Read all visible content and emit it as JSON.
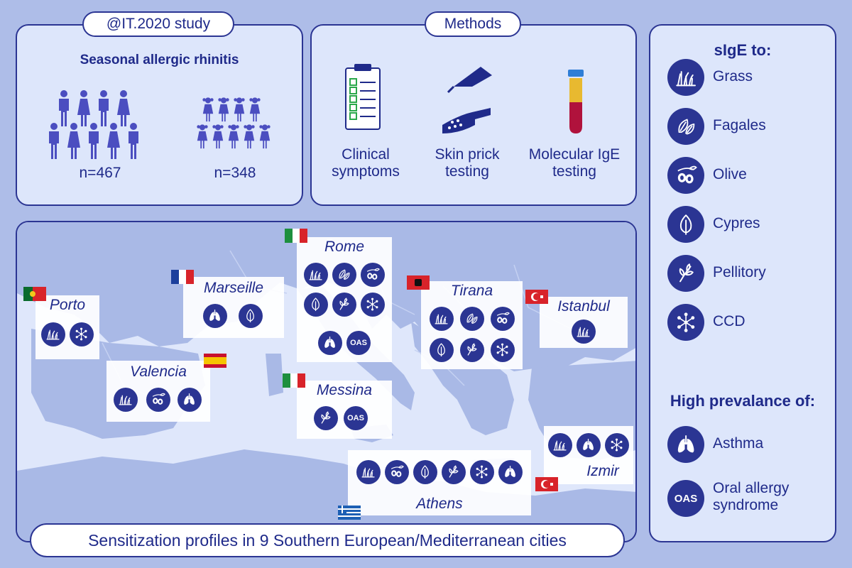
{
  "study": {
    "tag": "@IT.2020 study",
    "heading": "Seasonal allergic rhinitis",
    "adults": "n=467",
    "children": "n=348"
  },
  "methods": {
    "tag": "Methods",
    "items": [
      {
        "line1": "Clinical",
        "line2": "symptoms",
        "icon": "clipboard-icon"
      },
      {
        "line1": "Skin prick",
        "line2": "testing",
        "icon": "skin-prick-icon"
      },
      {
        "line1": "Molecular IgE",
        "line2": "testing",
        "icon": "test-tube-icon"
      }
    ]
  },
  "legend": {
    "sige_title": "sIgE to:",
    "allergens": [
      {
        "label": "Grass",
        "icon": "grass-icon"
      },
      {
        "label": "Fagales",
        "icon": "leaves-icon"
      },
      {
        "label": "Olive",
        "icon": "olive-icon"
      },
      {
        "label": "Cypres",
        "icon": "cypress-leaf-icon"
      },
      {
        "label": "Pellitory",
        "icon": "pellitory-icon"
      },
      {
        "label": "CCD",
        "icon": "ccd-network-icon"
      }
    ],
    "prevalence_title": "High prevalance of:",
    "conditions": [
      {
        "label": "Asthma",
        "icon": "lungs-icon"
      },
      {
        "label1": "Oral allergy",
        "label2": "syndrome",
        "icon_text": "OAS"
      }
    ]
  },
  "map": {
    "cities": [
      {
        "name": "Porto",
        "flag": "portugal",
        "icons": [
          "grass",
          "ccd"
        ]
      },
      {
        "name": "Marseille",
        "flag": "france",
        "icons": [
          "lungs",
          "cypress"
        ]
      },
      {
        "name": "Rome",
        "flag": "italy",
        "icons": [
          "grass",
          "fagales",
          "olive",
          "cypress",
          "pellitory",
          "ccd",
          "lungs",
          "oas"
        ]
      },
      {
        "name": "Tirana",
        "flag": "albania",
        "icons": [
          "grass",
          "fagales",
          "olive",
          "cypress",
          "pellitory",
          "ccd"
        ]
      },
      {
        "name": "Istanbul",
        "flag": "turkey",
        "icons": [
          "grass"
        ]
      },
      {
        "name": "Valencia",
        "flag": "spain",
        "icons": [
          "grass",
          "olive",
          "lungs"
        ]
      },
      {
        "name": "Messina",
        "flag": "italy",
        "icons": [
          "pellitory",
          "oas"
        ]
      },
      {
        "name": "Izmir",
        "flag": "turkey",
        "icons": [
          "grass",
          "lungs",
          "ccd"
        ]
      },
      {
        "name": "Athens",
        "flag": "greece",
        "icons": [
          "grass",
          "olive",
          "cypress",
          "pellitory",
          "ccd",
          "lungs"
        ]
      }
    ],
    "oas_text": "OAS"
  },
  "footer": "Sensitization profiles in 9 Southern European/Mediterranean cities",
  "colors": {
    "navy": "#2b3593",
    "panel": "#dde6fb",
    "background": "#aebde8",
    "sea": "#dde6fb",
    "land": "#a9b9e6"
  }
}
